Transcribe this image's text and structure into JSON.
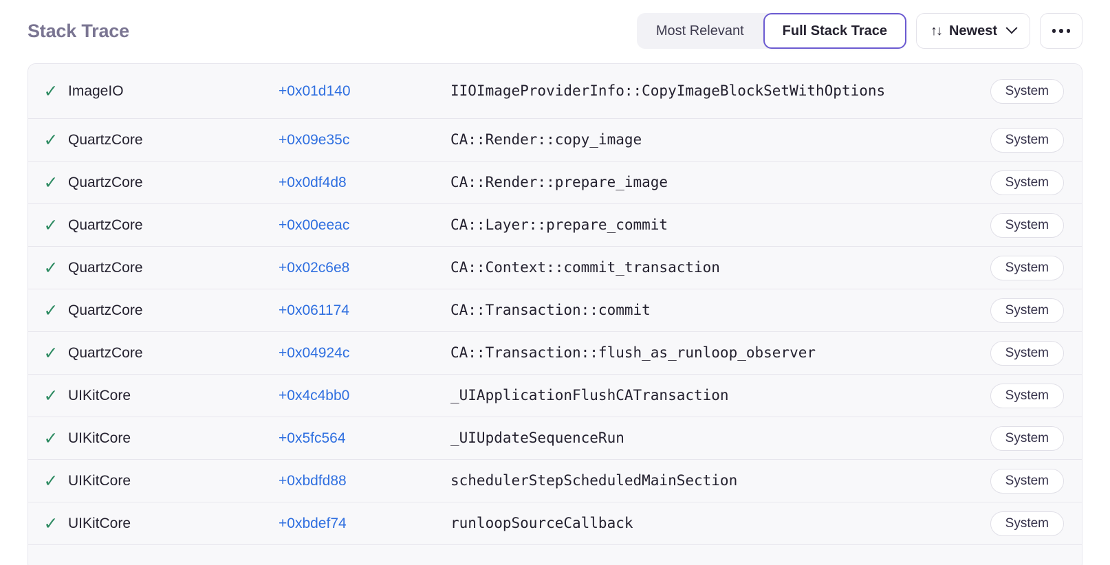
{
  "header": {
    "title": "Stack Trace",
    "segmented": {
      "options": [
        {
          "label": "Most Relevant",
          "active": false
        },
        {
          "label": "Full Stack Trace",
          "active": true
        }
      ]
    },
    "sort": {
      "icon": "sort-arrows-icon",
      "glyph": "↑↓",
      "label": "Newest",
      "chevron": "chevron-down-icon"
    },
    "more": {
      "label": "⋯",
      "name": "more-options-icon"
    }
  },
  "colors": {
    "accent_purple": "#6b5ad1",
    "link_blue": "#2f6fe0",
    "check_green": "#2e8b62",
    "title_gray": "#7a7592",
    "row_bg": "#f8f8fa",
    "border": "#e7e6ed"
  },
  "table": {
    "columns": [
      "status",
      "module",
      "address",
      "function",
      "origin"
    ],
    "rows": [
      {
        "status": "✓",
        "module": "ImageIO",
        "address": "+0x01d140",
        "function": "IIOImageProviderInfo::CopyImageBlockSetWithOptions",
        "badge": "System",
        "tall": true
      },
      {
        "status": "✓",
        "module": "QuartzCore",
        "address": "+0x09e35c",
        "function": "CA::Render::copy_image",
        "badge": "System",
        "tall": false
      },
      {
        "status": "✓",
        "module": "QuartzCore",
        "address": "+0x0df4d8",
        "function": "CA::Render::prepare_image",
        "badge": "System",
        "tall": false
      },
      {
        "status": "✓",
        "module": "QuartzCore",
        "address": "+0x00eeac",
        "function": "CA::Layer::prepare_commit",
        "badge": "System",
        "tall": false
      },
      {
        "status": "✓",
        "module": "QuartzCore",
        "address": "+0x02c6e8",
        "function": "CA::Context::commit_transaction",
        "badge": "System",
        "tall": false
      },
      {
        "status": "✓",
        "module": "QuartzCore",
        "address": "+0x061174",
        "function": "CA::Transaction::commit",
        "badge": "System",
        "tall": false
      },
      {
        "status": "✓",
        "module": "QuartzCore",
        "address": "+0x04924c",
        "function": "CA::Transaction::flush_as_runloop_observer",
        "badge": "System",
        "tall": false
      },
      {
        "status": "✓",
        "module": "UIKitCore",
        "address": "+0x4c4bb0",
        "function": "_UIApplicationFlushCATransaction",
        "badge": "System",
        "tall": false
      },
      {
        "status": "✓",
        "module": "UIKitCore",
        "address": "+0x5fc564",
        "function": "_UIUpdateSequenceRun",
        "badge": "System",
        "tall": false
      },
      {
        "status": "✓",
        "module": "UIKitCore",
        "address": "+0xbdfd88",
        "function": "schedulerStepScheduledMainSection",
        "badge": "System",
        "tall": false
      },
      {
        "status": "✓",
        "module": "UIKitCore",
        "address": "+0xbdef74",
        "function": "runloopSourceCallback",
        "badge": "System",
        "tall": false
      }
    ]
  }
}
